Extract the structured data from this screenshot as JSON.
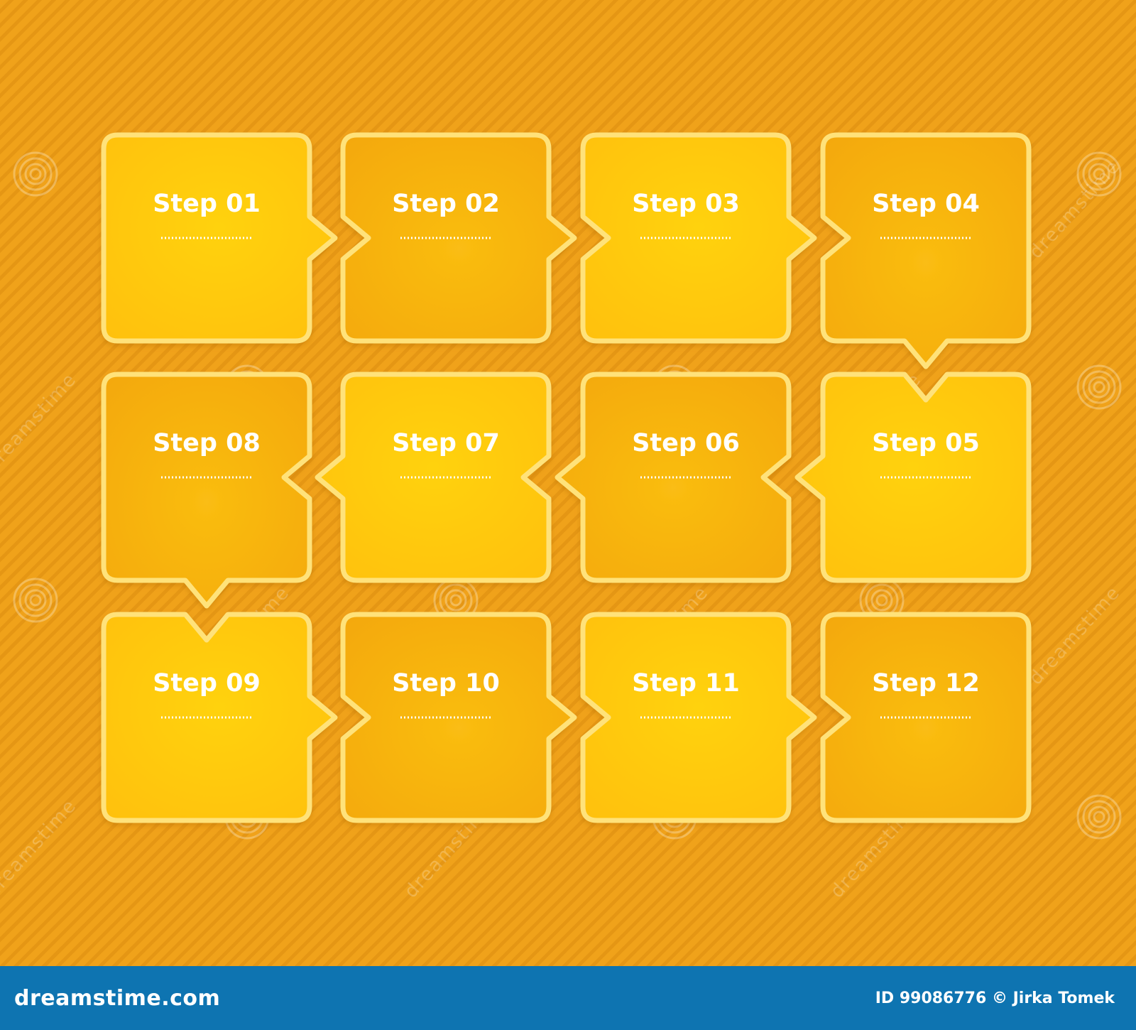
{
  "steps": [
    {
      "label": "Step 01",
      "row": 0,
      "col": 0,
      "tone": "light",
      "arrow_out": "right",
      "notch_in": null
    },
    {
      "label": "Step 02",
      "row": 0,
      "col": 1,
      "tone": "dark",
      "arrow_out": "right",
      "notch_in": "left"
    },
    {
      "label": "Step 03",
      "row": 0,
      "col": 2,
      "tone": "light",
      "arrow_out": "right",
      "notch_in": "left"
    },
    {
      "label": "Step 04",
      "row": 0,
      "col": 3,
      "tone": "dark",
      "arrow_out": "bottom",
      "notch_in": "left"
    },
    {
      "label": "Step 05",
      "row": 1,
      "col": 3,
      "tone": "light",
      "arrow_out": "left",
      "notch_in": "top"
    },
    {
      "label": "Step 06",
      "row": 1,
      "col": 2,
      "tone": "dark",
      "arrow_out": "left",
      "notch_in": "right"
    },
    {
      "label": "Step 07",
      "row": 1,
      "col": 1,
      "tone": "light",
      "arrow_out": "left",
      "notch_in": "right"
    },
    {
      "label": "Step 08",
      "row": 1,
      "col": 0,
      "tone": "dark",
      "arrow_out": "bottom",
      "notch_in": "right"
    },
    {
      "label": "Step 09",
      "row": 2,
      "col": 0,
      "tone": "light",
      "arrow_out": "right",
      "notch_in": "top"
    },
    {
      "label": "Step 10",
      "row": 2,
      "col": 1,
      "tone": "dark",
      "arrow_out": "right",
      "notch_in": "left"
    },
    {
      "label": "Step 11",
      "row": 2,
      "col": 2,
      "tone": "light",
      "arrow_out": "right",
      "notch_in": "left"
    },
    {
      "label": "Step 12",
      "row": 2,
      "col": 3,
      "tone": "dark",
      "arrow_out": null,
      "notch_in": "left"
    }
  ],
  "colors": {
    "background": "#f0a21a",
    "box_light": "#ffc90a",
    "box_dark": "#f7b20c",
    "box_border": "#ffe27a",
    "label": "#ffffff",
    "footer": "#0e74b1"
  },
  "watermark": {
    "icon": "dreamstime-spiral-icon",
    "text": "dreamstime"
  },
  "footer": {
    "site": "dreamstime.com",
    "id_credit": "ID 99086776 © Jirka Tomek"
  }
}
